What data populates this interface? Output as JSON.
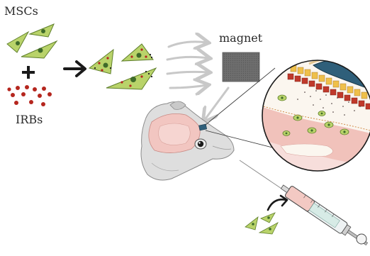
{
  "labels": {
    "cells": "MSCs",
    "particles": "IRBs",
    "magnet": "magnet"
  },
  "icons": {
    "msc": "msc-cell-icon",
    "irb": "irb-particle-icon",
    "plus": "plus-icon",
    "arrow": "arrow-right-icon",
    "field": "magnetic-field-arrows-icon",
    "magnet": "magnet-block-icon",
    "head": "rat-head-icon",
    "zoom": "retina-zoom-inset",
    "syringe": "syringe-icon"
  },
  "colors": {
    "cell_fill": "#b9d36a",
    "cell_edge": "#5f7f2c",
    "nucleus": "#3f6b2a",
    "particle": "#b5261e",
    "magnet": "#6d6d6d",
    "tissue_pink": "#efb5ad",
    "retina_blue": "#2f5f7a",
    "arrow_grey": "#c8c8c8"
  }
}
